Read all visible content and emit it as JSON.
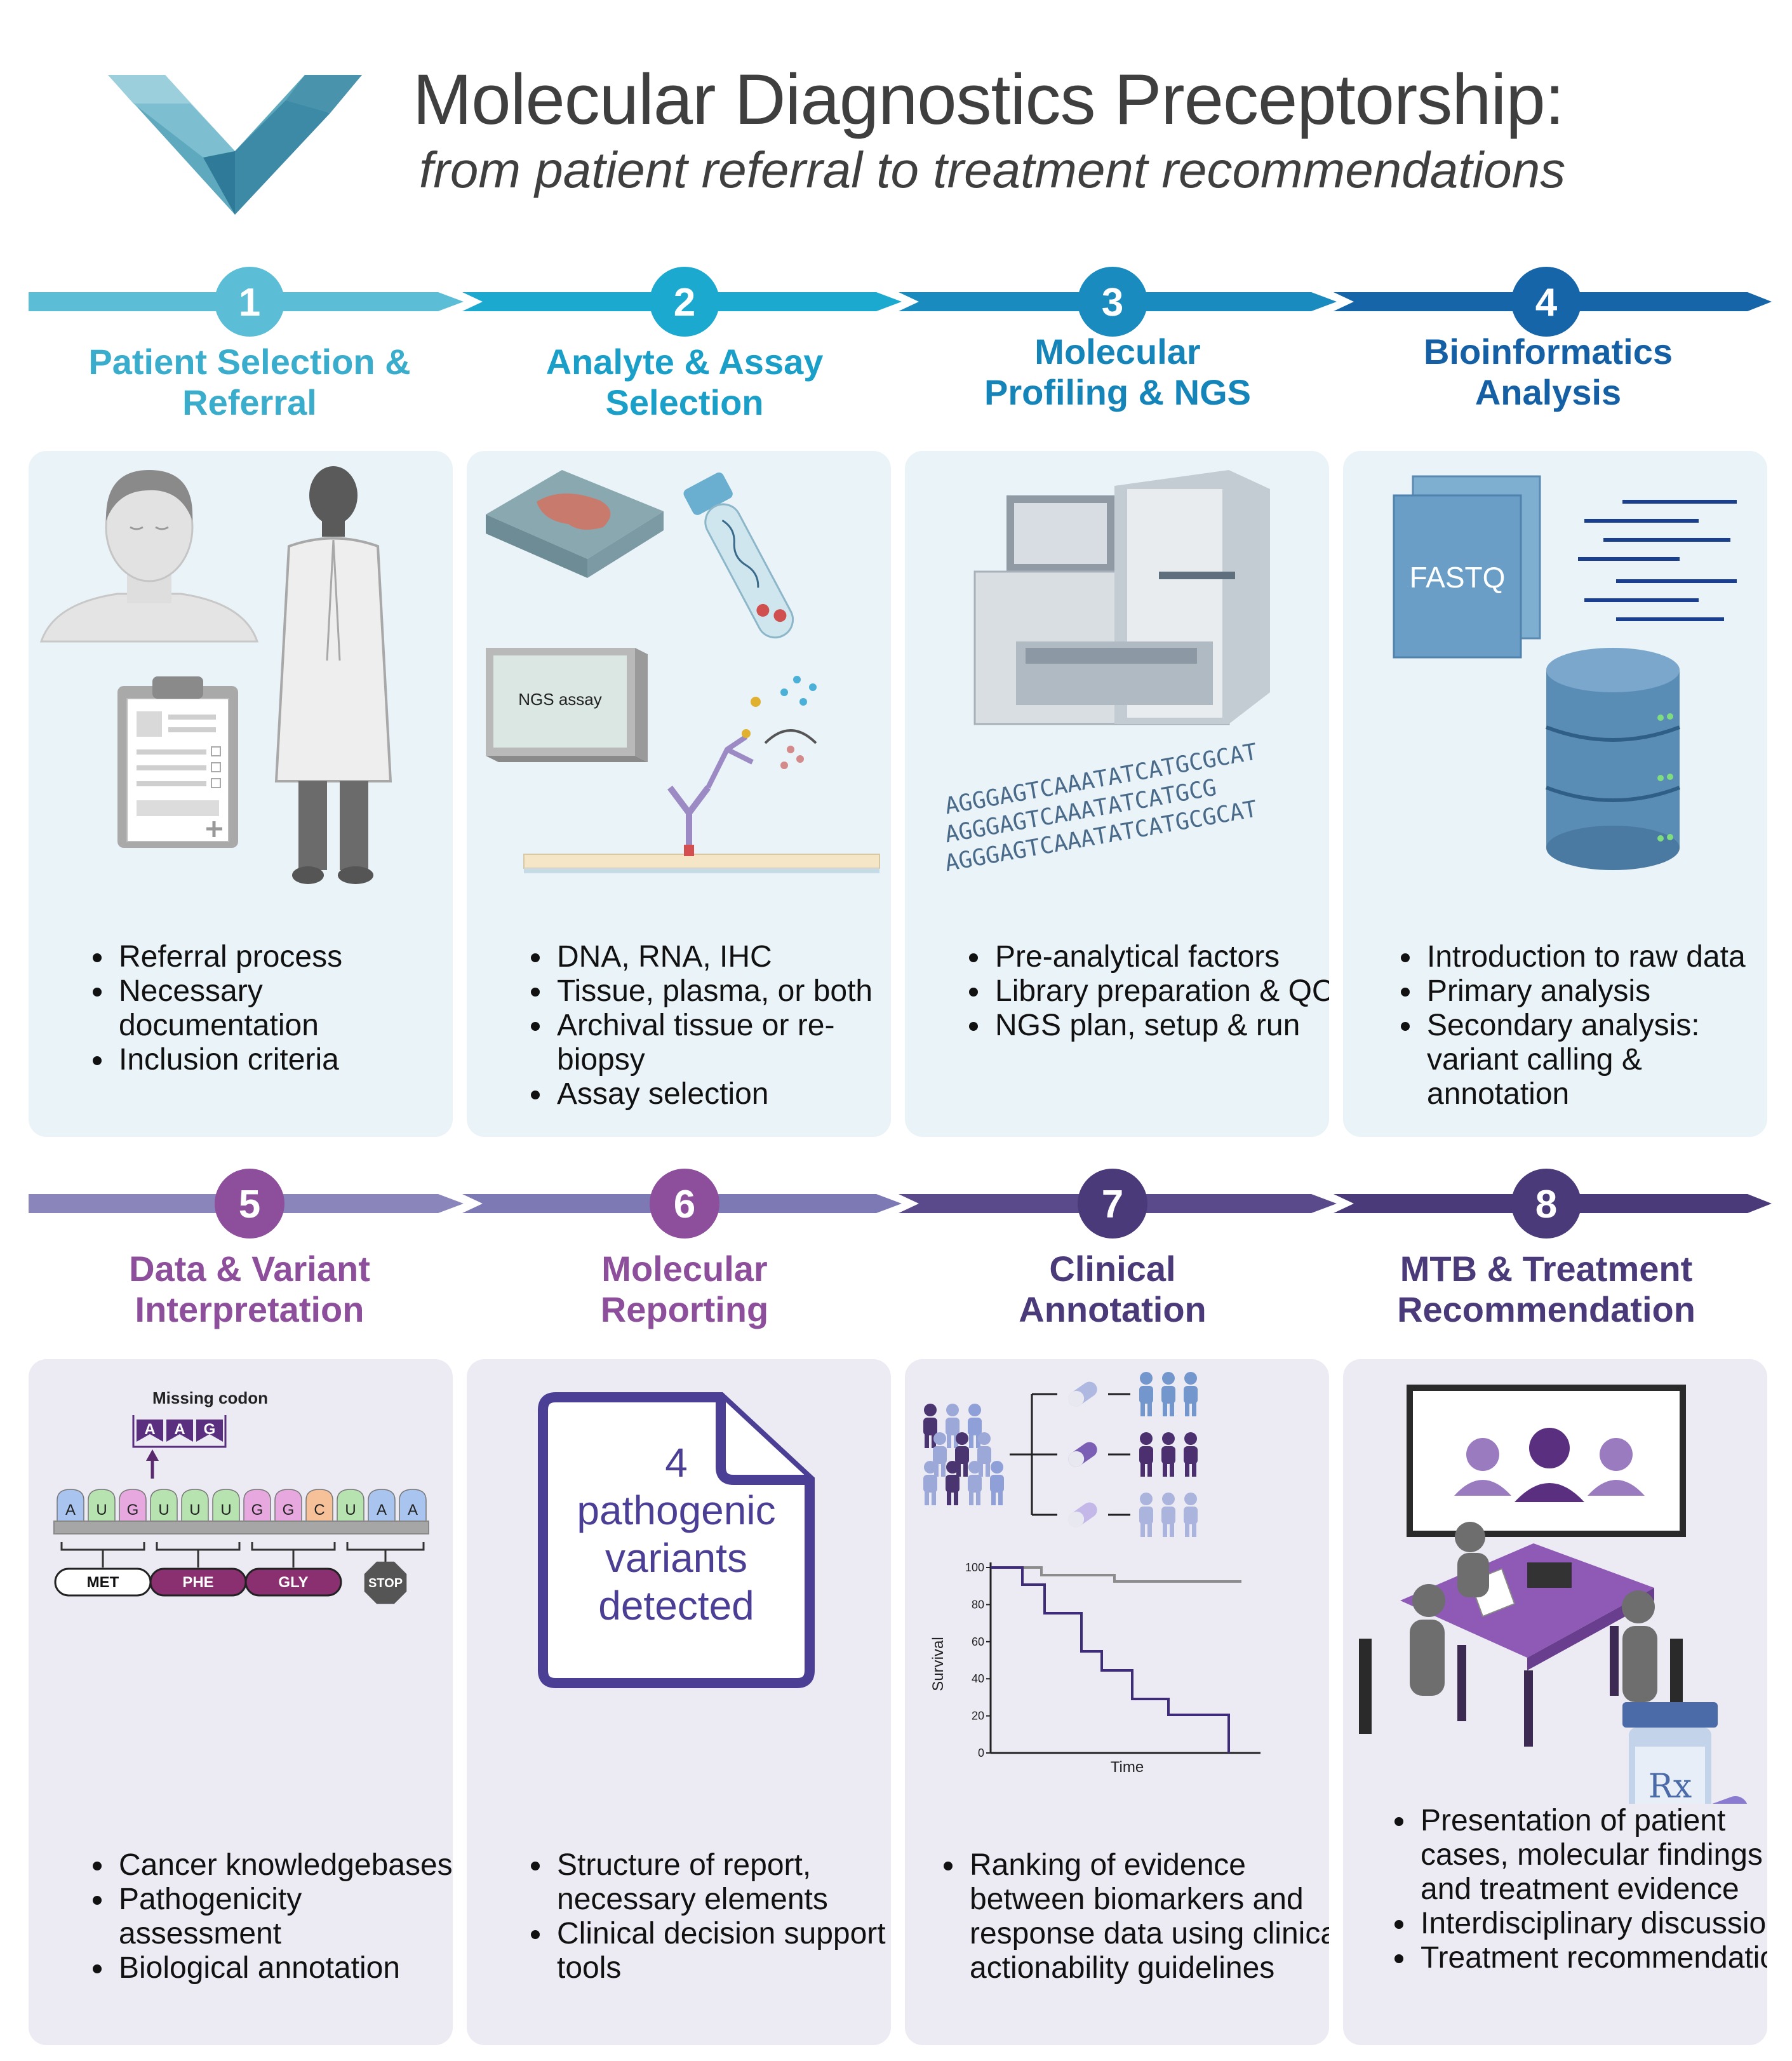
{
  "header": {
    "title": "Molecular Diagnostics Preceptorship:",
    "subtitle": "from patient referral to treatment recommendations"
  },
  "steps": [
    {
      "number": "1",
      "title_line1": "Patient Selection &",
      "title_line2": "Referral",
      "bullets": [
        "Referral process",
        "Necessary documentation",
        "Inclusion criteria"
      ]
    },
    {
      "number": "2",
      "title_line1": "Analyte & Assay",
      "title_line2": "Selection",
      "bullets": [
        "DNA, RNA, IHC",
        "Tissue, plasma, or both",
        "Archival tissue or re-biopsy",
        "Assay selection"
      ]
    },
    {
      "number": "3",
      "title_line1": "Molecular",
      "title_line2": "Profiling & NGS",
      "bullets": [
        "Pre-analytical factors",
        "Library preparation & QC",
        "NGS plan, setup & run"
      ]
    },
    {
      "number": "4",
      "title_line1": "Bioinformatics",
      "title_line2": "Analysis",
      "bullets": [
        "Introduction to raw data",
        "Primary analysis",
        "Secondary analysis: variant calling & annotation"
      ]
    },
    {
      "number": "5",
      "title_line1": "Data & Variant",
      "title_line2": "Interpretation",
      "bullets": [
        "Cancer knowledgebases",
        "Pathogenicity assessment",
        "Biological annotation"
      ]
    },
    {
      "number": "6",
      "title_line1": "Molecular",
      "title_line2": "Reporting",
      "bullets": [
        "Structure of report, necessary elements",
        "Clinical decision support tools"
      ]
    },
    {
      "number": "7",
      "title_line1": "Clinical",
      "title_line2": "Annotation",
      "bullets": [
        "Ranking of evidence between biomarkers and response data using clinical actionability guidelines"
      ]
    },
    {
      "number": "8",
      "title_line1": "MTB & Treatment",
      "title_line2": "Recommendation",
      "bullets": [
        "Presentation of patient cases, molecular findings and treatment evidence",
        "Interdisciplinary discussion",
        "Treatment recommendation"
      ]
    }
  ],
  "illustrations": {
    "ngs_assay_label": "NGS assay",
    "fastq_label": "FASTQ",
    "dna_sequence_lines": [
      "AGGGAGTCAAATATCATGCGCAT",
      "AGGGAGTCAAATATCATGCG",
      "AGGGAGTCAAATATCATGCGCAT"
    ],
    "missing_codon_label": "Missing codon",
    "missing_codon": [
      "A",
      "A",
      "G"
    ],
    "sequence_bases": [
      "A",
      "U",
      "G",
      "U",
      "U",
      "U",
      "G",
      "G",
      "C",
      "U",
      "A",
      "A"
    ],
    "amino_acids": [
      "MET",
      "PHE",
      "GLY",
      "STOP"
    ],
    "report_text": [
      "4",
      "pathogenic",
      "variants",
      "detected"
    ],
    "survival_ylabel": "Survival",
    "survival_xlabel": "Time",
    "survival_yticks": [
      "100",
      "80",
      "60",
      "40",
      "20",
      "0"
    ],
    "rx_label": "Rx"
  },
  "colors": {
    "title_text": "#3f3f3f",
    "step_colors": [
      "#5bbdd6",
      "#1ca9d0",
      "#1a8bbf",
      "#1565a8",
      "#8d4f9c",
      "#8d4f9c",
      "#4b3a7a",
      "#4b3a7a"
    ],
    "panel_top": "#e9f3f8",
    "panel_bottom": "#ecebf4"
  }
}
